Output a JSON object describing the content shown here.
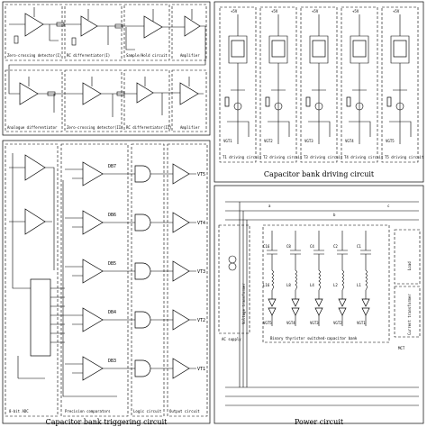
{
  "top_panel": {
    "blocks": [
      "Zero-crossing detector(I)",
      "RC differentiator(I)",
      "Sample/Hold circuit",
      "Amplifier"
    ],
    "blocks_row2": [
      "Analogue differentiator",
      "Zero-crossing detector(II)",
      "RC differentiator(II)",
      "Amplifier"
    ]
  },
  "driving_panel": {
    "drivers": [
      "T1 driving circuit",
      "T2 driving circuit",
      "T3 driving circuit",
      "T4 driving circuit",
      "T5 driving circuit"
    ],
    "gates": [
      "VGT1",
      "VGT2",
      "VGT3",
      "VGT4",
      "VGT5"
    ],
    "supply": "+5V",
    "title": "Capacitor bank driving circuit"
  },
  "trigger_panel": {
    "comparators": [
      "DB7",
      "DB6",
      "DB5",
      "DB4",
      "DB3"
    ],
    "outputs": [
      "VT5",
      "VT4",
      "VT3",
      "VT2",
      "VT1"
    ],
    "sections": [
      "8-bit ADC",
      "Precision comparators",
      "Logic circuit",
      "Output circuit"
    ],
    "title": "Capacitor bank triggering circuit"
  },
  "power_panel": {
    "phases": [
      "a",
      "b",
      "c"
    ],
    "capacitors": [
      "C16",
      "C8",
      "C4",
      "C2",
      "C1"
    ],
    "inductors": [
      "L16",
      "L8",
      "L4",
      "L2",
      "L1"
    ],
    "thyristor_gates": [
      "VGT5",
      "VGT4",
      "VGT3",
      "VGT2",
      "VGT1"
    ],
    "left_labels": [
      "Voltage transformer",
      "AC supply"
    ],
    "right_labels": [
      "Load",
      "Current transformer",
      "MCT"
    ],
    "bank_label": "Binary thyristor switched-capacitor bank",
    "title": "Power circuit"
  }
}
